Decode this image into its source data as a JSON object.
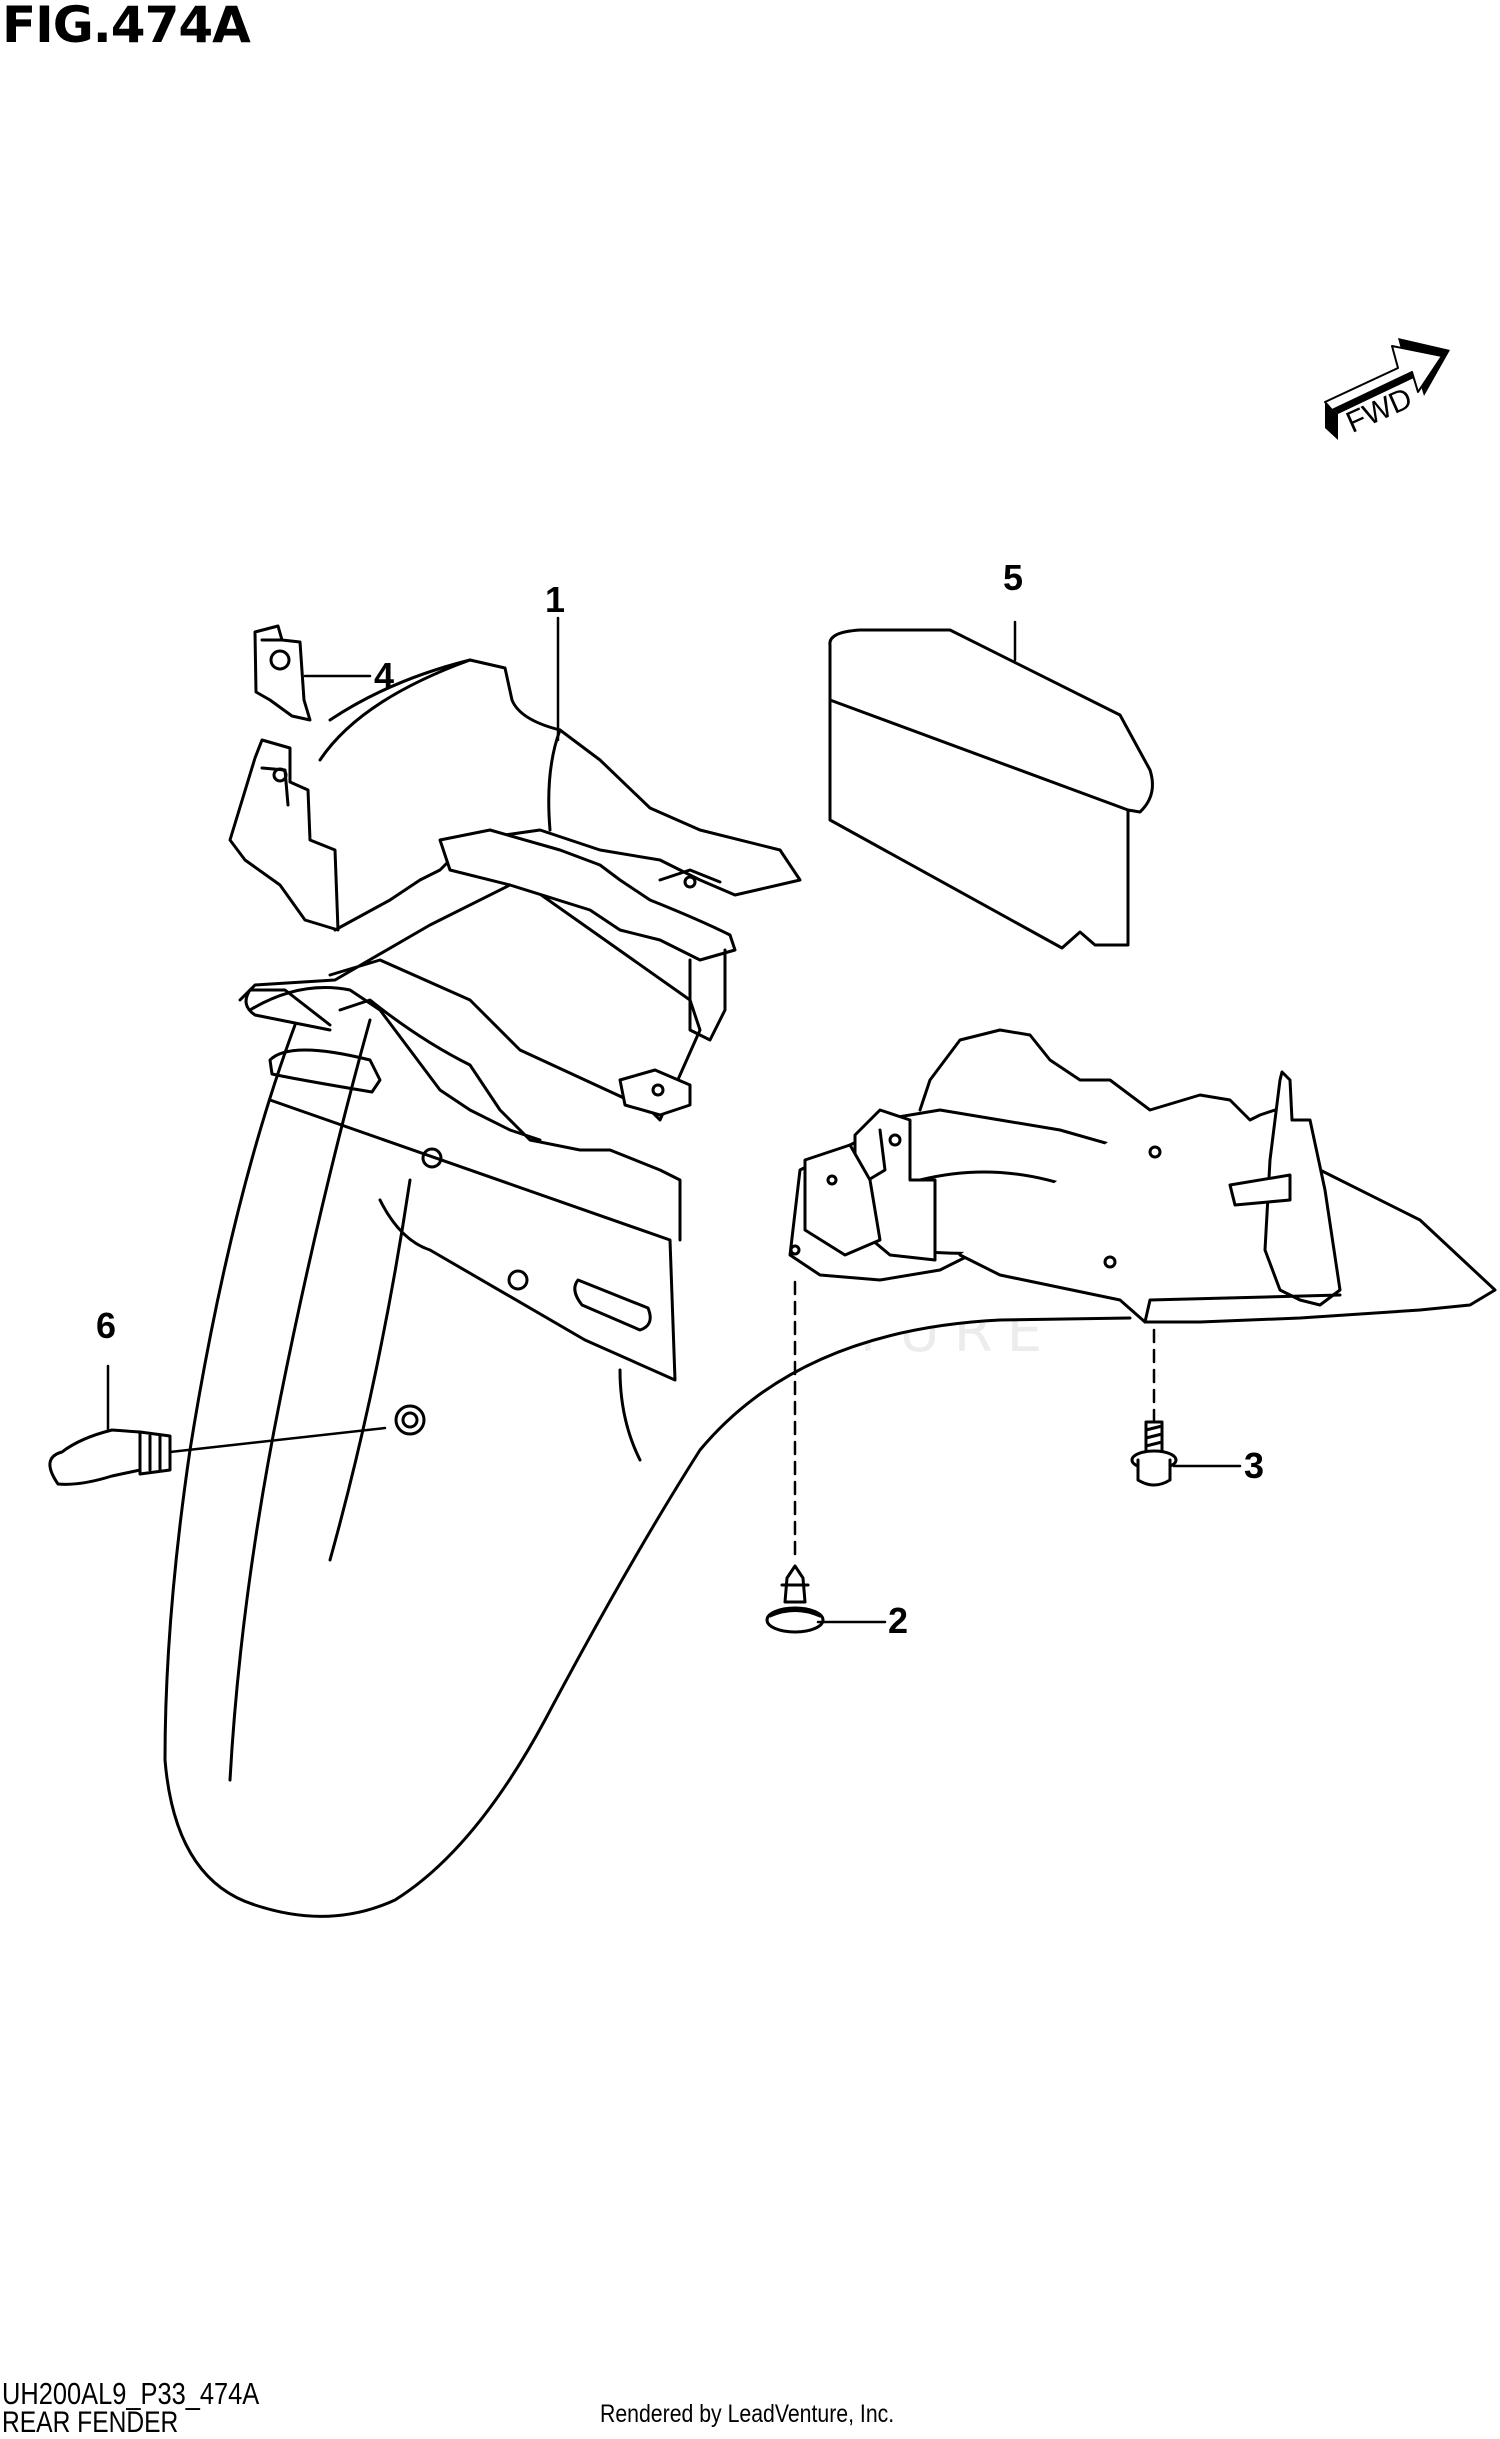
{
  "figure": {
    "title": "FIG.474A",
    "code": "UH200AL9_P33_474A",
    "name": "REAR FENDER",
    "credit": "Rendered by LeadVenture, Inc.",
    "watermark": "LEADVENTURE"
  },
  "fwd_indicator": {
    "label": "FWD"
  },
  "callouts": [
    {
      "number": "1",
      "part": "rear-fender"
    },
    {
      "number": "2",
      "part": "push-rivet"
    },
    {
      "number": "3",
      "part": "bolt"
    },
    {
      "number": "4",
      "part": "clip-nut"
    },
    {
      "number": "5",
      "part": "cover-plate"
    },
    {
      "number": "6",
      "part": "cushion"
    }
  ],
  "colors": {
    "line": "#000000",
    "background": "#ffffff",
    "watermark": "#ececec"
  }
}
